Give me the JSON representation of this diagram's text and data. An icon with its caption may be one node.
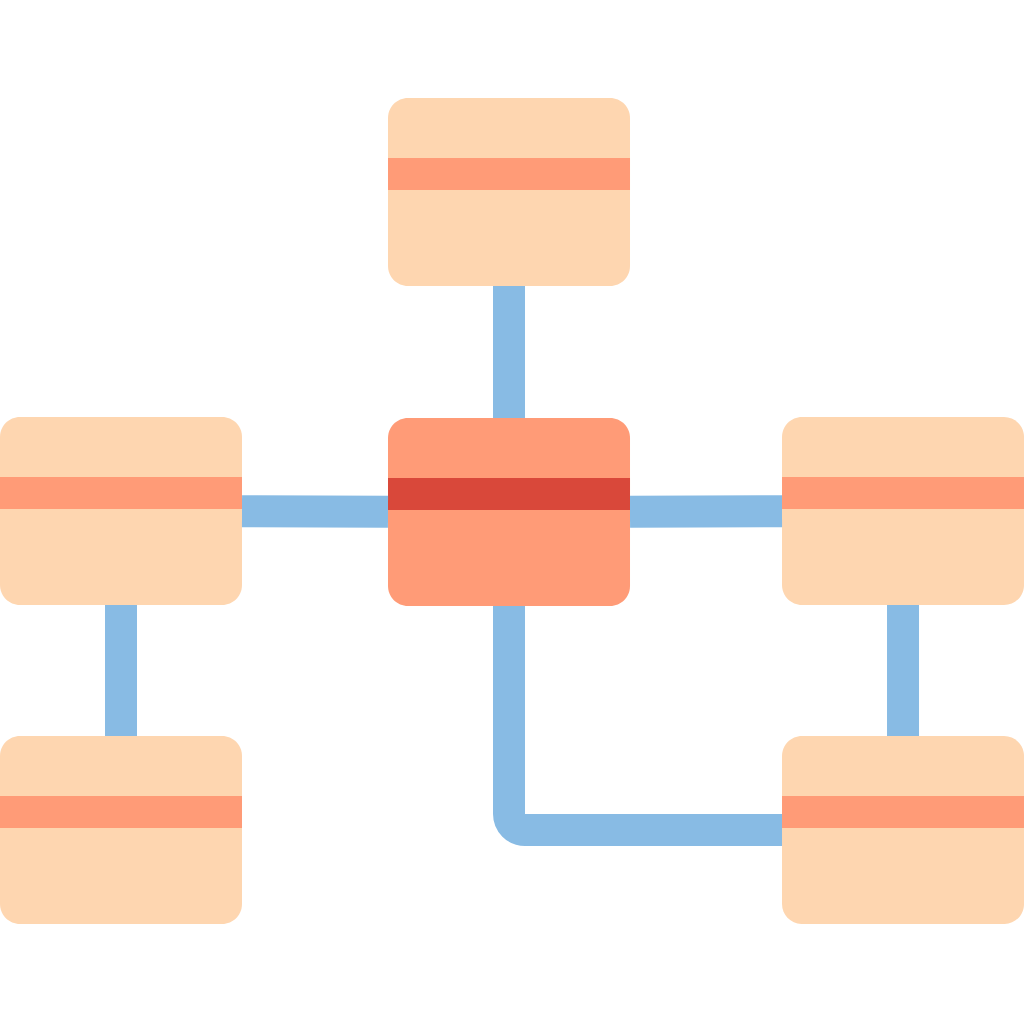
{
  "diagram": {
    "nodes": [
      {
        "text": [],
        "shape": "box"
      },
      {
        "text": [],
        "shape": "box"
      },
      {
        "text": [],
        "shape": "box"
      },
      {
        "text": [],
        "shape": "box"
      },
      {
        "text": [],
        "shape": "box"
      },
      {
        "text": [],
        "shape": "box"
      }
    ],
    "edges": [
      {
        "from": 0,
        "to": 2,
        "arrow": "none"
      },
      {
        "from": 1,
        "to": 2,
        "arrow": "none"
      },
      {
        "from": 2,
        "to": 3,
        "arrow": "none"
      },
      {
        "from": 1,
        "to": 4,
        "arrow": "none"
      },
      {
        "from": 3,
        "to": 5,
        "arrow": "none"
      },
      {
        "from": 2,
        "to": 5,
        "arrow": "none"
      }
    ]
  }
}
